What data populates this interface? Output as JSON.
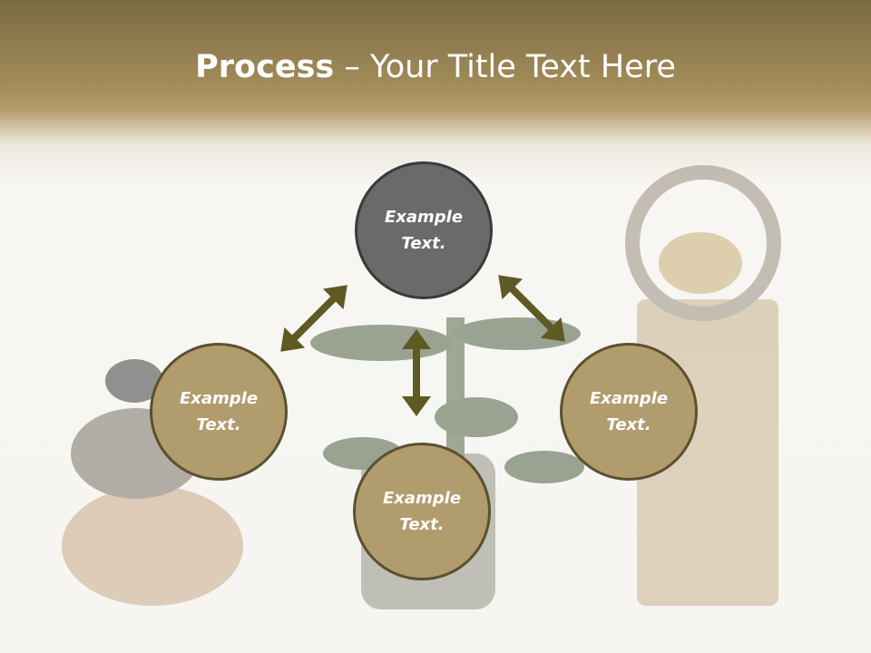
{
  "slide": {
    "title_bold": "Process",
    "title_rest": " – Your Title Text Here"
  },
  "nodes": [
    {
      "label": "Example Text.",
      "style": "dark"
    },
    {
      "label": "Example Text.",
      "style": "tan"
    },
    {
      "label": "Example Text.",
      "style": "tan"
    },
    {
      "label": "Example Text.",
      "style": "tan"
    }
  ],
  "colors": {
    "header": "#7a6a43",
    "arrow": "#5e5a24",
    "node_dark": "#6a6a6a",
    "node_tan": "#b19c6e"
  },
  "icons": [
    "double-arrow-icon"
  ]
}
